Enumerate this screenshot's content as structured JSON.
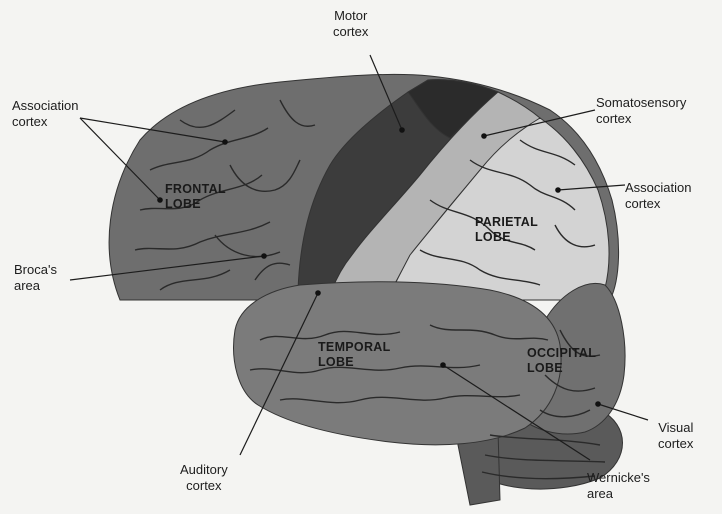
{
  "labels": {
    "motor_cortex": "Motor\ncortex",
    "association_cortex_left": "Association\ncortex",
    "somatosensory_cortex": "Somatosensory\ncortex",
    "association_cortex_right": "Association\ncortex",
    "brocas_area": "Broca's\narea",
    "visual_cortex": "Visual\ncortex",
    "auditory_cortex": "Auditory\ncortex",
    "wernickes_area": "Wernicke's\narea"
  },
  "lobes": {
    "frontal": "FRONTAL\nLOBE",
    "parietal": "PARIETAL\nLOBE",
    "temporal": "TEMPORAL\nLOBE",
    "occipital": "OCCIPITAL\nLOBE"
  },
  "colors": {
    "frontal": "#6e6e6e",
    "motor": "#3c3c3c",
    "motor_top": "#2b2b2b",
    "somatosensory": "#b4b4b4",
    "parietal": "#d3d3d3",
    "temporal": "#7b7b7b",
    "occipital": "#707070",
    "cerebellum": "#5a5a5a",
    "sulcus": "#2a2a2a",
    "background": "#f4f4f2"
  }
}
